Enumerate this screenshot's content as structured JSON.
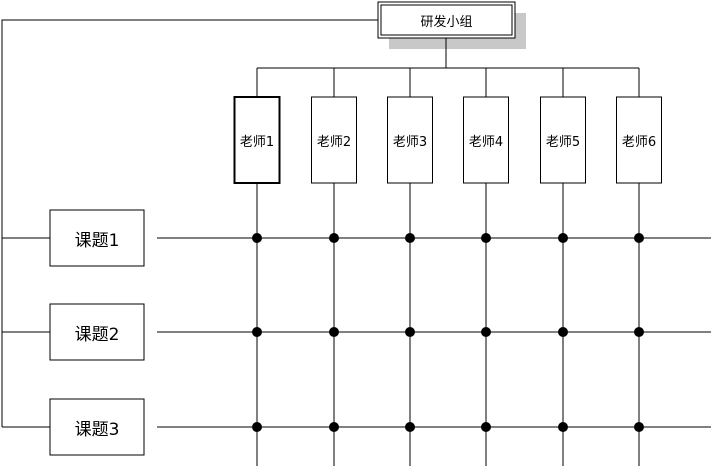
{
  "diagram": {
    "root": {
      "label": "研发小组"
    },
    "teachers": [
      {
        "label": "老师1"
      },
      {
        "label": "老师2"
      },
      {
        "label": "老师3"
      },
      {
        "label": "老师4"
      },
      {
        "label": "老师5"
      },
      {
        "label": "老师6"
      }
    ],
    "topics": [
      {
        "label": "课题1"
      },
      {
        "label": "课题2"
      },
      {
        "label": "课题3"
      }
    ],
    "colors": {
      "line": "#000000",
      "shadow": "#c8c8c8",
      "background": "#ffffff"
    }
  }
}
